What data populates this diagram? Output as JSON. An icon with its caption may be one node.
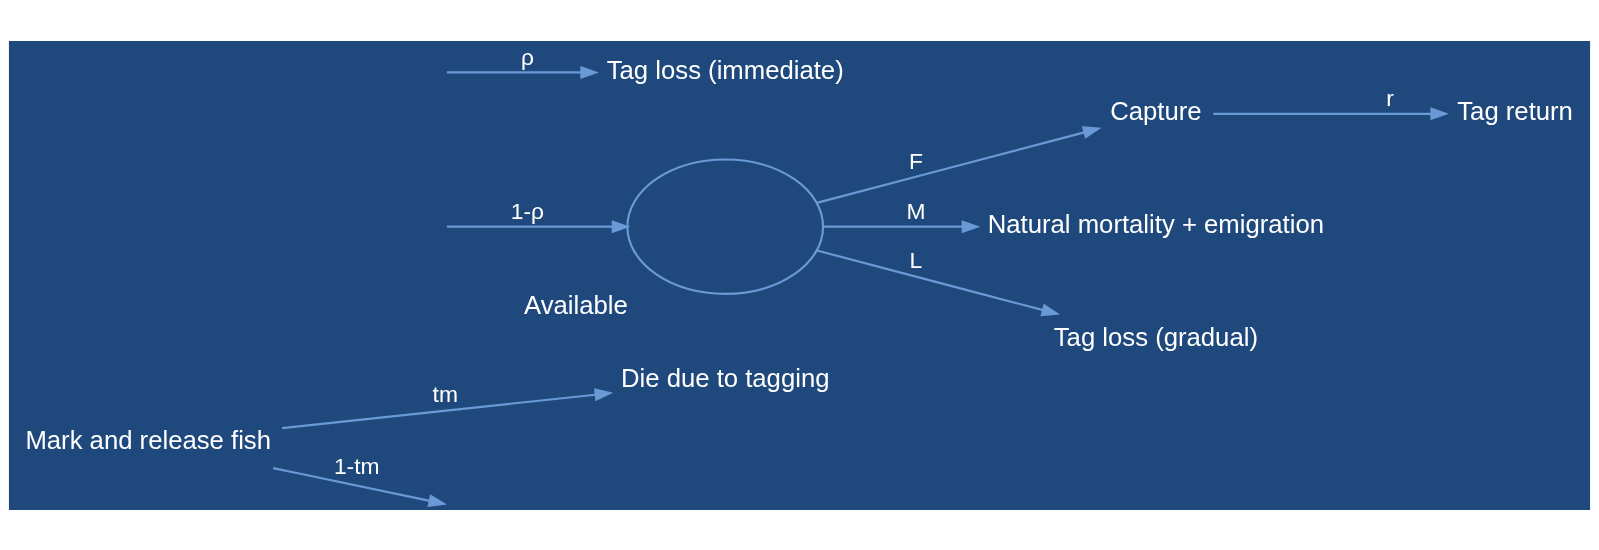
{
  "diagram": {
    "nodes": [
      {
        "text": [
          "Mark and release fish"
        ]
      },
      {
        "text": [
          "Available"
        ]
      },
      {
        "text": [
          "Capture"
        ]
      },
      {
        "text": [
          "Tag return"
        ]
      },
      {
        "text": [
          "Die due to tagging"
        ]
      },
      {
        "text": [
          "Tag loss (immediate)"
        ]
      },
      {
        "text": [
          "Natural mortality + emigration"
        ]
      },
      {
        "text": [
          "Tag loss (gradual)"
        ]
      }
    ],
    "edges": [
      {
        "from": 0,
        "to": null,
        "arrow": "to",
        "label": "1-tm"
      },
      {
        "from": null,
        "to": 1,
        "arrow": "to",
        "label": "1-ρ"
      },
      {
        "from": 0,
        "to": 4,
        "arrow": "to",
        "label": "tm"
      },
      {
        "from": null,
        "to": 5,
        "arrow": "to",
        "label": "ρ"
      },
      {
        "from": 1,
        "to": 2,
        "arrow": "to",
        "label": "F"
      },
      {
        "from": 2,
        "to": 3,
        "arrow": "to",
        "label": "r"
      },
      {
        "from": 1,
        "to": 6,
        "arrow": "to",
        "label": "M"
      },
      {
        "from": 1,
        "to": 7,
        "arrow": "to",
        "label": "L"
      }
    ]
  }
}
